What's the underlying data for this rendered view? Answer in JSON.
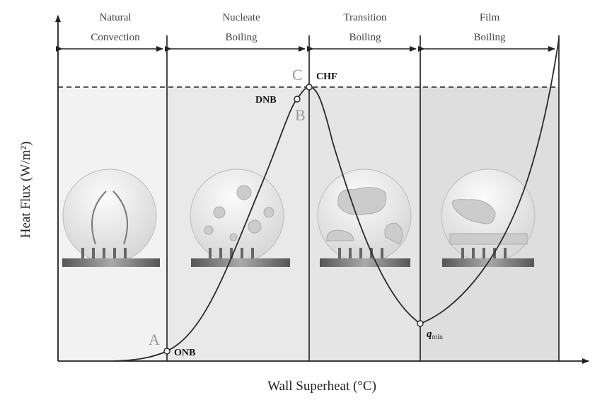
{
  "regimes": [
    {
      "line1": "Natural",
      "line2": "Convection"
    },
    {
      "line1": "Nucleate",
      "line2": "Boiling"
    },
    {
      "line1": "Transition",
      "line2": "Boiling"
    },
    {
      "line1": "Film",
      "line2": "Boiling"
    }
  ],
  "points": {
    "A": "A",
    "ONB": "ONB",
    "B": "B",
    "DNB": "DNB",
    "C": "C",
    "CHF": "CHF",
    "qmin_q": "q",
    "qmin_sub": "min"
  },
  "axes": {
    "y_label": "Heat Flux (W/m²)",
    "x_label": "Wall Superheat (°C)"
  },
  "colors": {
    "shade1": "#f2f2f2",
    "shade2": "#e9e9e9",
    "shade3": "#e5e5e5",
    "shade4": "#dedede",
    "curve": "#2a2a2a",
    "letter": "#9a9a9a"
  }
}
